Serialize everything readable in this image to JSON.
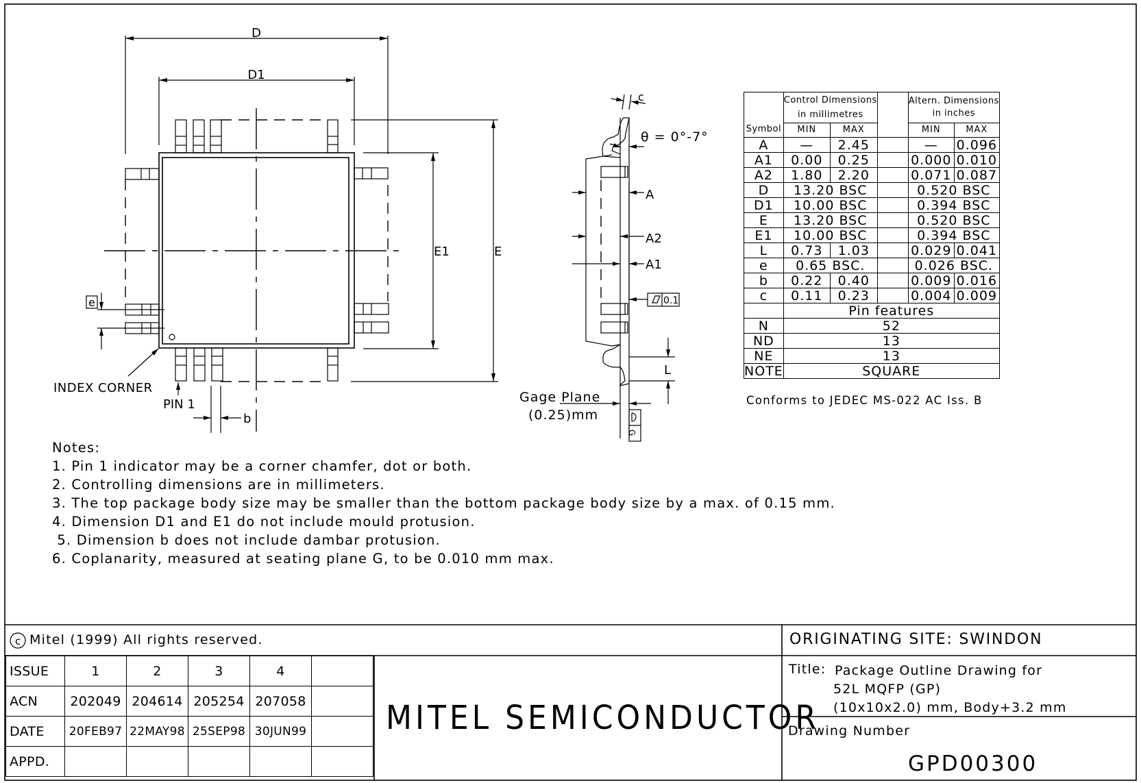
{
  "drawing": {
    "top_view": {
      "dimension_labels": {
        "D": "D",
        "D1": "D1",
        "E": "E",
        "E1": "E1",
        "e": "e",
        "b": "b"
      },
      "index_corner_label": "INDEX CORNER",
      "pin1_label": "PIN 1"
    },
    "side_view": {
      "labels": {
        "c": "c",
        "theta": "θ = 0°-7°",
        "A": "A",
        "A2": "A2",
        "A1": "A1",
        "L": "L",
        "flatness": "0.1",
        "datum_G": "G"
      },
      "gage_plane_line1": "Gage Plane",
      "gage_plane_line2": "(0.25)mm"
    }
  },
  "dimension_table": {
    "header": {
      "symbol": "Symbol",
      "control_line1": "Control Dimensions",
      "control_line2": "in millimetres",
      "altern_line1": "Altern. Dimensions",
      "altern_line2": "in inches",
      "min": "MIN",
      "max": "MAX"
    },
    "rows": [
      {
        "symbol": "A",
        "mm_min": "—",
        "mm_max": "2.45",
        "in_min": "—",
        "in_max": "0.096"
      },
      {
        "symbol": "A1",
        "mm_min": "0.00",
        "mm_max": "0.25",
        "in_min": "0.000",
        "in_max": "0.010"
      },
      {
        "symbol": "A2",
        "mm_min": "1.80",
        "mm_max": "2.20",
        "in_min": "0.071",
        "in_max": "0.087"
      },
      {
        "symbol": "D",
        "mm_span": "13.20  BSC",
        "in_span": "0.520  BSC"
      },
      {
        "symbol": "D1",
        "mm_span": "10.00  BSC",
        "in_span": "0.394  BSC"
      },
      {
        "symbol": "E",
        "mm_span": "13.20  BSC",
        "in_span": "0.520  BSC"
      },
      {
        "symbol": "E1",
        "mm_span": "10.00  BSC",
        "in_span": "0.394  BSC"
      },
      {
        "symbol": "L",
        "mm_min": "0.73",
        "mm_max": "1.03",
        "in_min": "0.029",
        "in_max": "0.041"
      },
      {
        "symbol": "e",
        "mm_span": "0.65  BSC.",
        "in_span": "0.026  BSC."
      },
      {
        "symbol": "b",
        "mm_min": "0.22",
        "mm_max": "0.40",
        "in_min": "0.009",
        "in_max": "0.016"
      },
      {
        "symbol": "c",
        "mm_min": "0.11",
        "mm_max": "0.23",
        "in_min": "0.004",
        "in_max": "0.009"
      }
    ],
    "pin_features_label": "Pin features",
    "pin_rows": [
      {
        "symbol": "N",
        "value": "52"
      },
      {
        "symbol": "ND",
        "value": "13"
      },
      {
        "symbol": "NE",
        "value": "13"
      },
      {
        "symbol": "NOTE",
        "value": "SQUARE"
      }
    ],
    "conformance": "Conforms to JEDEC MS-022 AC Iss. B"
  },
  "notes": {
    "heading": "Notes:",
    "items": [
      "1. Pin 1 indicator may be a corner chamfer, dot or both.",
      "2. Controlling dimensions are in millimeters.",
      "3. The top package body size may be smaller than the bottom package body size by a max. of 0.15 mm.",
      "4. Dimension D1 and E1 do not include mould protusion.",
      " 5. Dimension b does not include dambar protusion.",
      "6. Coplanarity, measured at seating plane G, to be 0.010 mm max."
    ]
  },
  "title_block": {
    "copyright_symbol": "c",
    "copyright": "Mitel (1999) All rights reserved.",
    "originating_site": "ORIGINATING SITE: SWINDON",
    "company": "MITEL SEMICONDUCTOR",
    "title_label": "Title:",
    "title_lines": [
      "Package Outline Drawing for",
      "52L MQFP (GP)",
      "(10x10x2.0) mm, Body+3.2 mm"
    ],
    "drawing_number_label": "Drawing Number",
    "drawing_number": "GPD00300",
    "revision": {
      "row_labels": [
        "ISSUE",
        "ACN",
        "DATE",
        "APPD."
      ],
      "issue": [
        "1",
        "2",
        "3",
        "4",
        ""
      ],
      "acn": [
        "202049",
        "204614",
        "205254",
        "207058",
        ""
      ],
      "date": [
        "20FEB97",
        "22MAY98",
        "25SEP98",
        "30JUN99",
        ""
      ],
      "appd": [
        "",
        "",
        "",
        "",
        ""
      ]
    }
  }
}
